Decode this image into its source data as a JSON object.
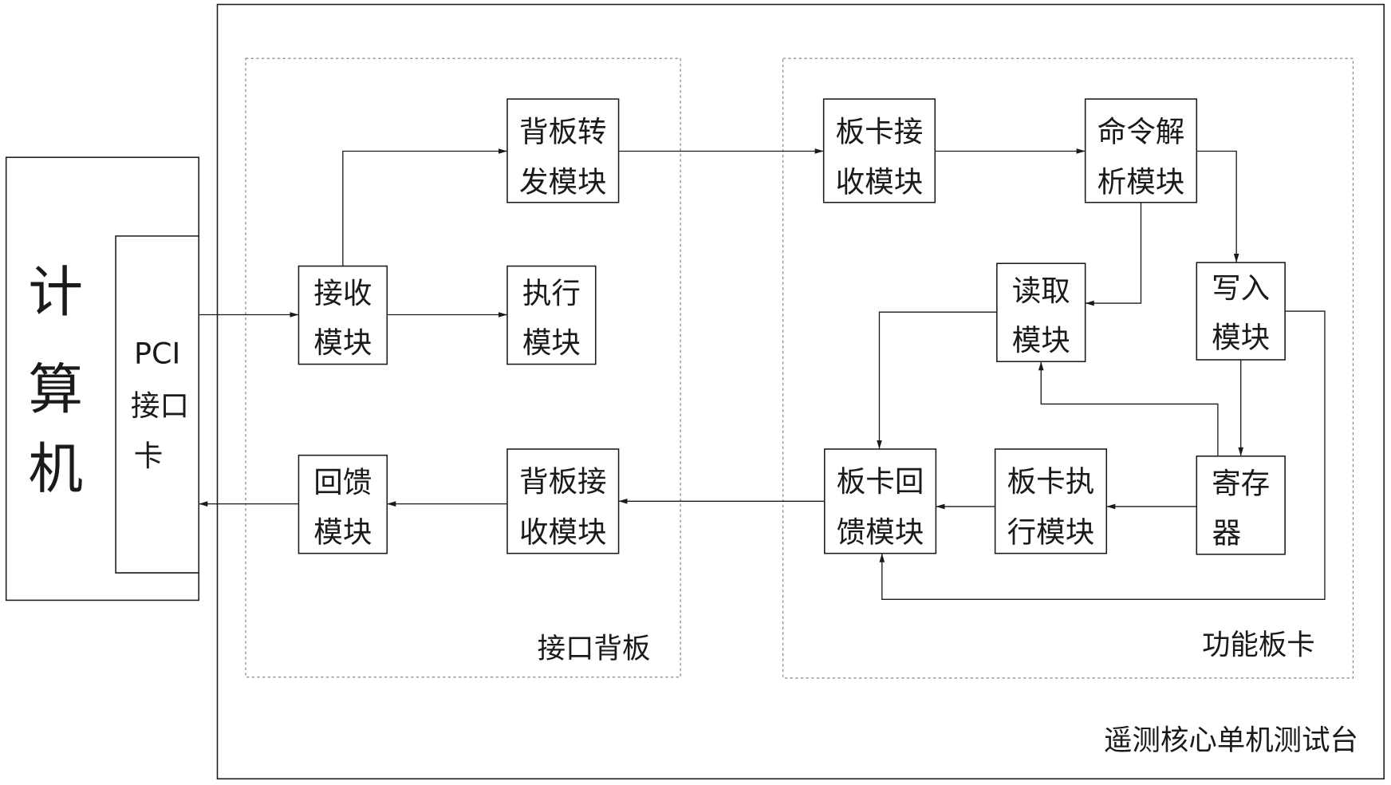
{
  "computer": {
    "label": [
      "计",
      "算",
      "机"
    ]
  },
  "pci_card": {
    "label": [
      "PCI",
      "接口",
      "卡"
    ]
  },
  "testbench": {
    "title": "遥测核心单机测试台"
  },
  "interface_backplane": {
    "title": "接口背板",
    "modules": {
      "receive": [
        "接收",
        "模块"
      ],
      "backplane_forward": [
        "背板转",
        "发模块"
      ],
      "execute": [
        "执行",
        "模块"
      ],
      "feedback": [
        "回馈",
        "模块"
      ],
      "backplane_receive": [
        "背板接",
        "收模块"
      ]
    }
  },
  "function_card": {
    "title": "功能板卡",
    "modules": {
      "card_receive": [
        "板卡接",
        "收模块"
      ],
      "command_parse": [
        "命令解",
        "析模块"
      ],
      "read": [
        "读取",
        "模块"
      ],
      "write": [
        "写入",
        "模块"
      ],
      "register": [
        "寄存",
        "器"
      ],
      "card_execute": [
        "板卡执",
        "行模块"
      ],
      "card_feedback": [
        "板卡回",
        "馈模块"
      ]
    }
  }
}
